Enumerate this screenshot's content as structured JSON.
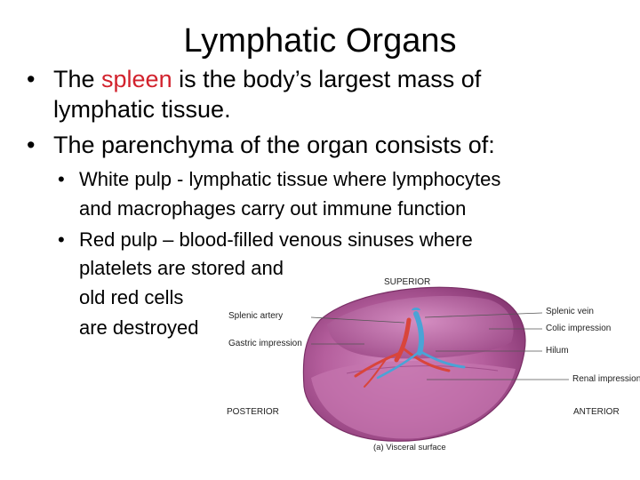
{
  "slide": {
    "title": "Lymphatic Organs",
    "bullet1": {
      "pre": "The ",
      "highlight": "spleen",
      "line1_rest": " is the body’s largest mass of",
      "line2": "lymphatic tissue."
    },
    "bullet2": "The parenchyma of the organ consists of:",
    "sub1": {
      "line1": "White pulp - lymphatic tissue where lymphocytes",
      "line2": "and macrophages carry out immune function"
    },
    "sub2": {
      "line1": "Red pulp – blood-filled venous sinuses where",
      "line2": "platelets are stored and",
      "line3": "old red cells",
      "line4": "are destroyed"
    }
  },
  "figure": {
    "labels": {
      "superior": "SUPERIOR",
      "splenic_artery": "Splenic artery",
      "gastric_impression": "Gastric impression",
      "splenic_vein": "Splenic vein",
      "colic_impression": "Colic impression",
      "hilum": "Hilum",
      "renal_impression": "Renal impression",
      "posterior": "POSTERIOR",
      "anterior": "ANTERIOR",
      "caption": "(a) Visceral surface"
    },
    "colors": {
      "highlight": "#d2222d",
      "spleen": "#b45a9a",
      "spleen_dark": "#8e3b78",
      "artery": "#d9453b",
      "vein": "#4aa3d6"
    }
  }
}
